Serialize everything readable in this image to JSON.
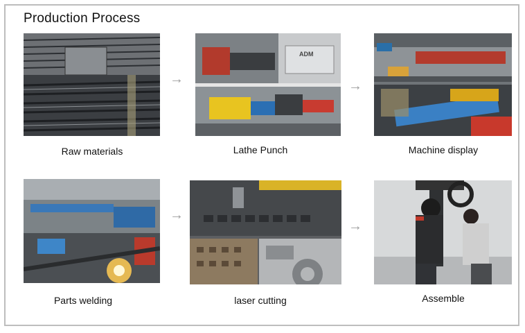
{
  "title": "Production Process",
  "arrow_glyph": "→",
  "steps": [
    {
      "label": "Raw materials"
    },
    {
      "label": "Lathe Punch"
    },
    {
      "label": "Machine display"
    },
    {
      "label": "Parts welding"
    },
    {
      "label": "laser cutting"
    },
    {
      "label": "Assemble"
    }
  ],
  "sign_text": "ADM"
}
